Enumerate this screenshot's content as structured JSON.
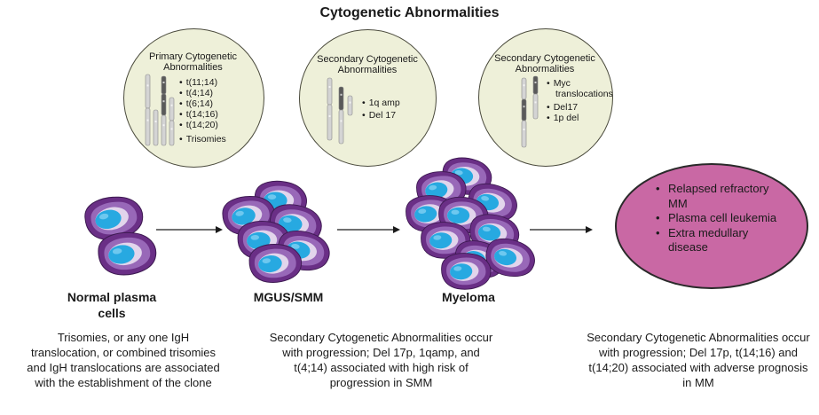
{
  "title": "Cytogenetic Abnormalities",
  "ovals": [
    {
      "title": "Primary Cytogenetic Abnormalities",
      "items": [
        "t(11;14)",
        "t(4;14)",
        "t(6;14)",
        "t(14;16)",
        "t(14;20)",
        "Trisomies"
      ]
    },
    {
      "title": "Secondary Cytogenetic Abnormalities",
      "items": [
        "1q amp",
        "Del 17"
      ]
    },
    {
      "title": "Secondary Cytogenetic Abnormalities",
      "items": [
        "Myc translocations",
        "Del17",
        "1p del"
      ]
    }
  ],
  "stages": [
    {
      "label": "Normal plasma cells"
    },
    {
      "label": "MGUS/SMM"
    },
    {
      "label": "Myeloma"
    }
  ],
  "mm_outcomes": [
    "Relapsed refractory MM",
    "Plasma cell leukemia",
    "Extra medullary disease"
  ],
  "descriptions": [
    "Trisomies, or any one IgH translocation, or combined trisomies and IgH translocations are associated with the establishment of the clone",
    "Secondary Cytogenetic Abnormalities occur with progression; Del 17p, 1qamp, and t(4;14) associated with high risk of progression in SMM",
    "Secondary Cytogenetic Abnormalities occur with progression; Del 17p, t(14;16) and t(14;20) associated with adverse prognosis in MM"
  ],
  "colors": {
    "oval_fill": "#eef0d9",
    "cell_outer": "#6a2f86",
    "cell_ring": "#9868b8",
    "cell_inner": "#e2d5ec",
    "nucleus": "#27a9e1",
    "mm_fill": "#c968a4",
    "chromosome_light": "#d4d4d4",
    "chromosome_dark": "#5a5a5a"
  }
}
